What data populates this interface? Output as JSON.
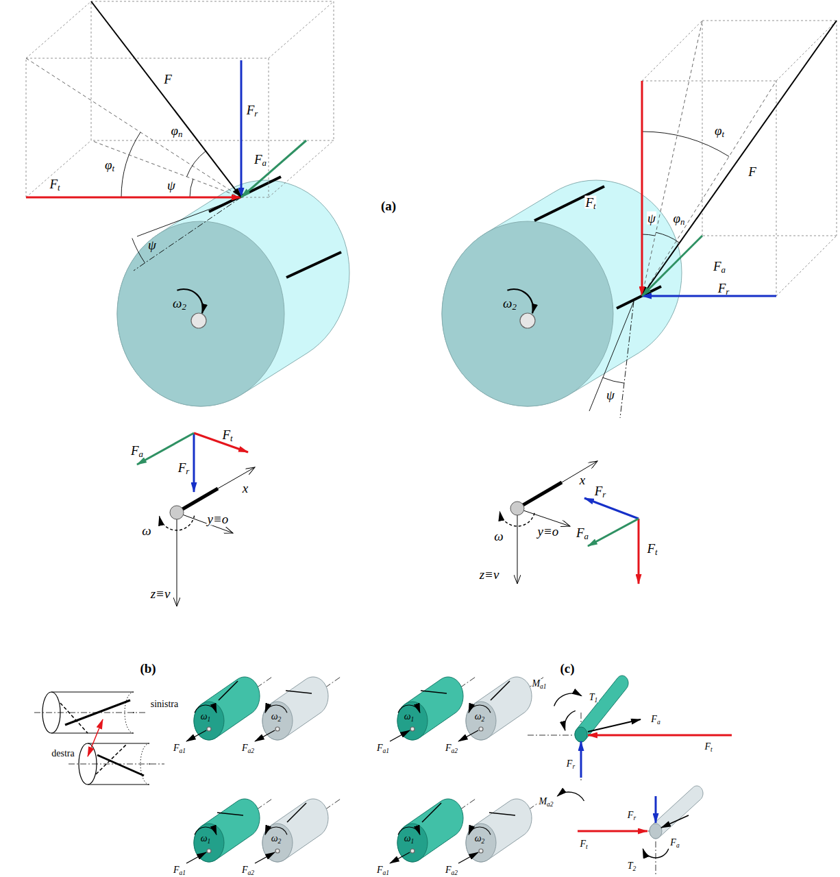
{
  "diagram": {
    "labels": [
      "F",
      "Fr",
      "φn",
      "Fa",
      "φt",
      "ψ",
      "Ft",
      "ψ",
      "ω2",
      "(a)",
      "φt",
      "Ft",
      "F",
      "ψ",
      "φn",
      "Fa",
      "Fr",
      "ω2",
      "ψ",
      "Fa",
      "Ft",
      "Fr",
      "x",
      "y≡o",
      "ω",
      "z≡v",
      "x",
      "y≡o",
      "ω",
      "Fr",
      "Fa",
      "Ft",
      "z≡v",
      "(b)",
      "sinistra",
      "destra",
      "ω1",
      "ω2",
      "Fa1",
      "Fa2",
      "ω1",
      "ω2",
      "Fa1",
      "Fa2",
      "ω1",
      "ω2",
      "Fa1",
      "Fa2",
      "ω1",
      "ω2",
      "Fa1",
      "Fa2",
      "(c)",
      "Ma1",
      "T1",
      "Fa",
      "Ft",
      "Fr",
      "Ma2",
      "Fr",
      "Ft",
      "Fa",
      "T2"
    ]
  }
}
